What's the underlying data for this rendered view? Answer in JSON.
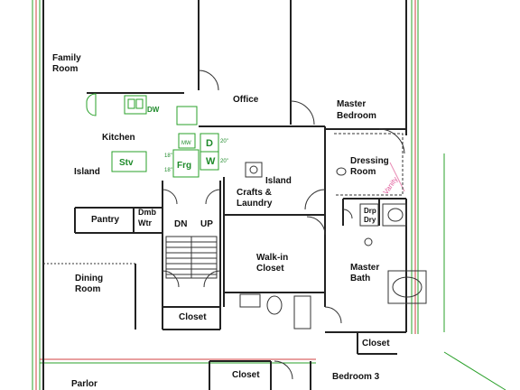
{
  "rooms": {
    "family_room": [
      "Family",
      "Room"
    ],
    "office": "Office",
    "master_bedroom": [
      "Master",
      "Bedroom"
    ],
    "kitchen": "Kitchen",
    "island": "Island",
    "crafts_island": "Island",
    "crafts_laundry": [
      "Crafts &",
      "Laundry"
    ],
    "dressing_room": [
      "Dressing",
      "Room"
    ],
    "pantry": "Pantry",
    "dumbwaiter": [
      "Dmb",
      "Wtr"
    ],
    "stairs_down": "DN",
    "stairs_up": "UP",
    "walkin_closet": [
      "Walk-in",
      "Closet"
    ],
    "master_bath": [
      "Master",
      "Bath"
    ],
    "dining_room": [
      "Dining",
      "Room"
    ],
    "closet_stair": "Closet",
    "closet_bedroom": "Closet",
    "closet_hall": "Closet",
    "bedroom_3": "Bedroom 3",
    "parlor": "Parlor"
  },
  "appliances": {
    "dishwasher": "DW",
    "stove": "Stv",
    "fridge": "Frg",
    "microwave": "MW",
    "dryer_box": "D",
    "washer_box": "W",
    "dim_20_top": "20\"",
    "dim_20_bottom": "20\"",
    "dim_18_top": "18\"",
    "dim_18_bottom": "18\"",
    "drop_dry": [
      "Drp",
      "Dry"
    ],
    "vanity": "Vanity"
  },
  "colors": {
    "walls": "#222222",
    "fixtures": "#2aa02a",
    "appliance_text": "#1e8a2a",
    "exterior_lines": "#2aa02a",
    "vanity_line": "#e88ab4"
  }
}
